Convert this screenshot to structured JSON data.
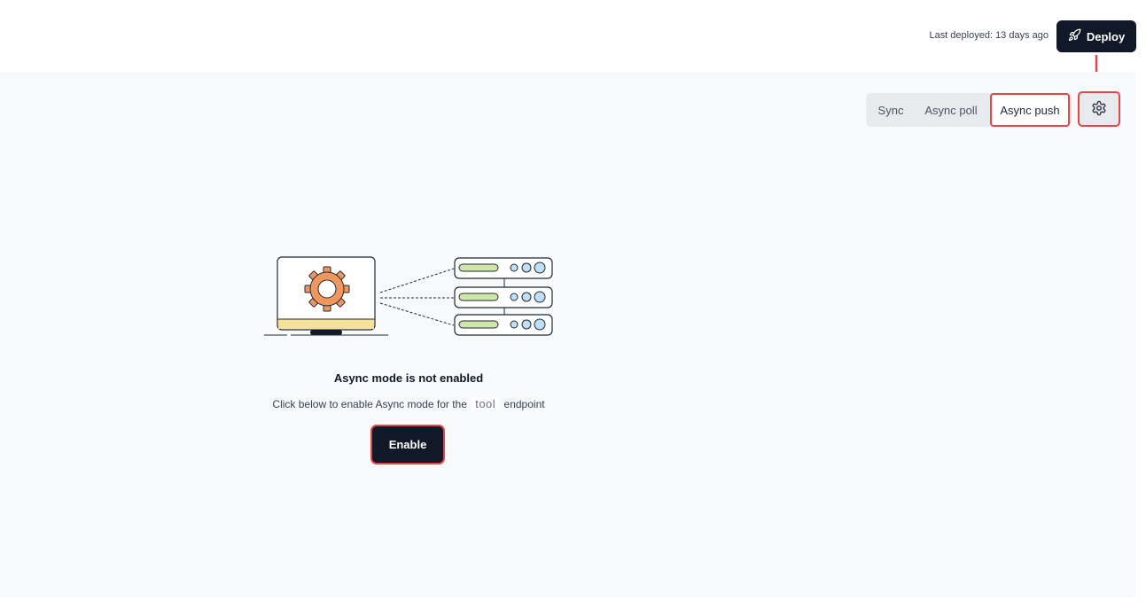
{
  "header": {
    "last_deployed": "Last deployed: 13 days ago",
    "deploy_label": "Deploy"
  },
  "modes": {
    "sync": "Sync",
    "async_poll": "Async poll",
    "async_push": "Async push",
    "selected": "Async push"
  },
  "empty_state": {
    "title": "Async mode is not enabled",
    "desc_before": "Click below to enable Async mode for the",
    "endpoint_name": "tool",
    "desc_after": "endpoint",
    "enable_label": "Enable"
  },
  "icons": {
    "deploy": "rocket-icon",
    "settings": "gear-icon"
  },
  "colors": {
    "primary": "#111827",
    "highlight": "#e04848",
    "panel_bg": "#f8f9fa",
    "gear": "#f0975e",
    "bar_green": "#cfe6a8",
    "dot_blue": "#bfe0f7",
    "screen_yellow": "#f7e29a"
  }
}
